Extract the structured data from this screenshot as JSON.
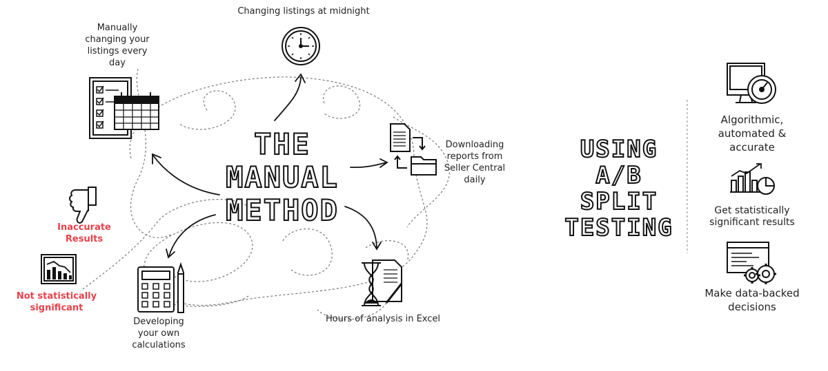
{
  "main_title": {
    "line1": "THE",
    "line2": "MANUAL",
    "line3": "METHOD"
  },
  "side_title": {
    "line1": "USING",
    "line2": "A/B",
    "line3": "SPLIT",
    "line4": "TESTING"
  },
  "manual_items": {
    "midnight": {
      "line1": "Changing listings at midnight"
    },
    "daily": {
      "line1": "Manually",
      "line2": "changing your",
      "line3": "listings every",
      "line4": "day"
    },
    "reports": {
      "line1": "Downloading",
      "line2": "reports from",
      "line3": "Seller Central",
      "line4": "daily"
    },
    "excel": {
      "line1": "Hours of analysis in Excel"
    },
    "calc": {
      "line1": "Developing",
      "line2": "your own",
      "line3": "calculations"
    },
    "inaccurate": {
      "line1": "Inaccurate",
      "line2": "Results"
    },
    "not_sig": {
      "line1": "Not statistically",
      "line2": "significant"
    }
  },
  "benefits": [
    {
      "line1": "Algorithmic,",
      "line2": "automated &",
      "line3": "accurate"
    },
    {
      "line1": "Get statistically",
      "line2": "significant results"
    },
    {
      "line1": "Make data-backed",
      "line2": "decisions"
    }
  ],
  "colors": {
    "ink": "#222222",
    "accent_red": "#e8414b",
    "loop_line": "#666666"
  },
  "icons": [
    "clock-icon",
    "checklist-calendar-icon",
    "documents-transfer-icon",
    "hourglass-document-icon",
    "calculator-pen-icon",
    "thumbs-down-icon",
    "declining-chart-icon",
    "monitor-gauge-icon",
    "bar-pie-chart-icon",
    "dashboard-gears-icon"
  ]
}
